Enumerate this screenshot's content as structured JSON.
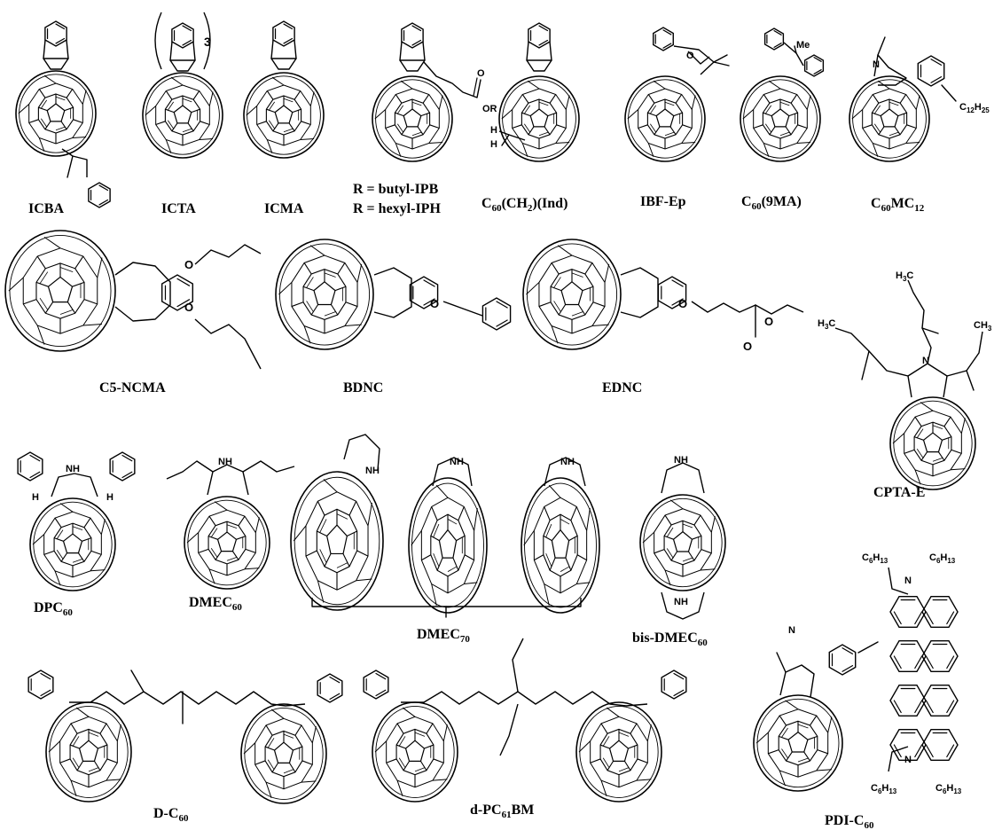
{
  "labels": {
    "icba": "ICBA",
    "icta": "ICTA",
    "icma": "ICMA",
    "ipb": "R = butyl-IPB",
    "iph": "R = hexyl-IPH",
    "c60ch2ind": "C60(CH2)(Ind)",
    "ibfep": "IBF-Ep",
    "c609ma": "C60(9MA)",
    "c60mc12": "C60MC12",
    "c5ncma": "C5-NCMA",
    "bdnc": "BDNC",
    "ednc": "EDNC",
    "cptae": "CPTA-E",
    "dpc60": "DPC60",
    "dmec60": "DMEC60",
    "dmec70": "DMEC70",
    "bisdmec60": "bis-DMEC60",
    "dc60": "D-C60",
    "dpc61bm": "d-PC61BM",
    "pdic60": "PDI-C60"
  },
  "atoms": {
    "three": "3",
    "o": "O",
    "or": "OR",
    "h": "H",
    "me": "Me",
    "n": "N",
    "nh": "NH",
    "h3c": "H3C",
    "ch3": "CH3",
    "c12h25": "C12H25",
    "c6h13": "C6H13"
  },
  "colors": {
    "ink": "#000000",
    "background": "#ffffff"
  }
}
